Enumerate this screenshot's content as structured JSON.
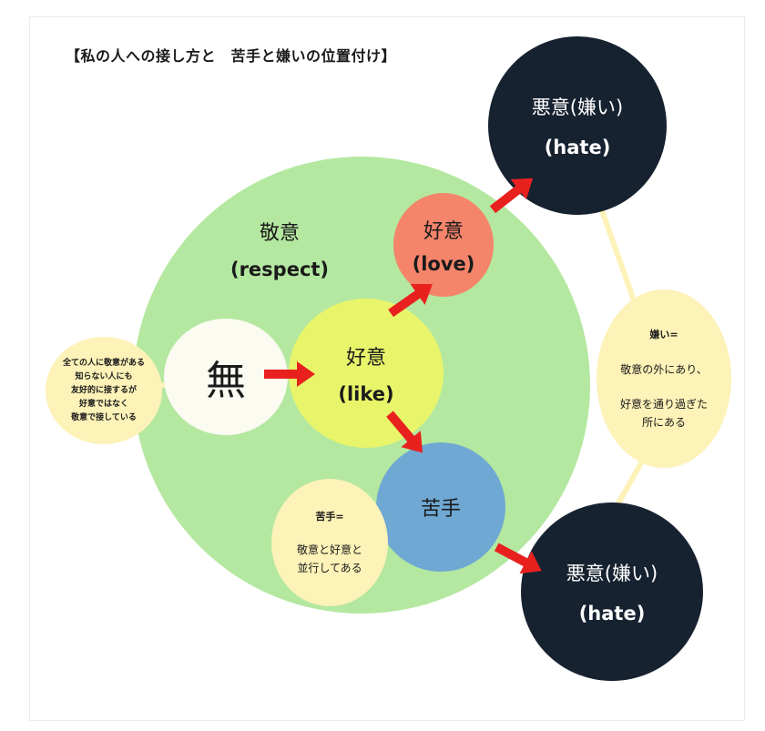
{
  "title": "【私の人への接し方と　苦手と嫌いの位置付け】",
  "respect": {
    "jp": "敬意",
    "en": "(respect)"
  },
  "none": {
    "label": "無"
  },
  "like": {
    "jp": "好意",
    "en": "(like)"
  },
  "love": {
    "jp": "好意",
    "en": "(love)"
  },
  "nigate": {
    "label": "苦手"
  },
  "hate_top": {
    "jp": "悪意(嫌い)",
    "en": "(hate)"
  },
  "hate_bottom": {
    "jp": "悪意(嫌い)",
    "en": "(hate)"
  },
  "note_left": {
    "lines": [
      "全ての人に敬意がある",
      "知らない人にも",
      "友好的に接するが",
      "好意ではなく",
      "敬意で接している"
    ]
  },
  "note_right": {
    "heading": "嫌い=",
    "line1": "敬意の外にあり、",
    "line2": "好意を通り過ぎた",
    "line3": "所にある"
  },
  "note_bottom": {
    "heading": "苦手=",
    "line1": "敬意と好意と",
    "line2": "並行してある"
  },
  "colors": {
    "respect": "#b4e8a0",
    "like": "#e8f56a",
    "love": "#f4846a",
    "nigate": "#6fa8d3",
    "hate": "#172230",
    "note": "#fdf2b8",
    "arrow": "#e8211f"
  }
}
